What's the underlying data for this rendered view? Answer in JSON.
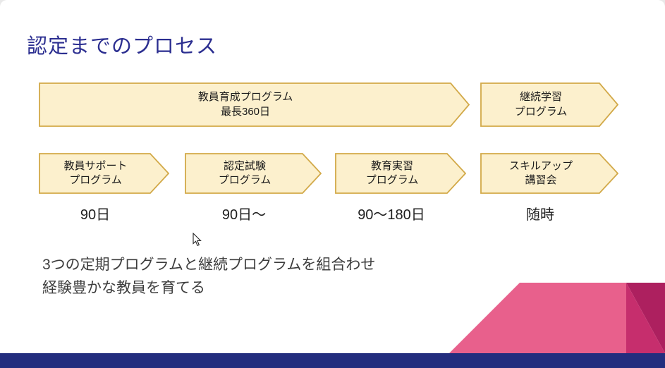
{
  "slide": {
    "title": "認定までのプロセス",
    "top_row": {
      "main_arrow": {
        "line1": "教員育成プログラム",
        "line2": "最長360日"
      },
      "right_arrow": {
        "line1": "継続学習",
        "line2": "プログラム"
      }
    },
    "steps": [
      {
        "line1": "教員サポート",
        "line2": "プログラム",
        "duration": "90日"
      },
      {
        "line1": "認定試験",
        "line2": "プログラム",
        "duration": "90日〜"
      },
      {
        "line1": "教育実習",
        "line2": "プログラム",
        "duration": "90〜180日"
      },
      {
        "line1": "スキルアップ",
        "line2": "講習会",
        "duration": "随時"
      }
    ],
    "summary": {
      "line1": "3つの定期プログラムと継続プログラムを組合わせ",
      "line2": "経験豊かな教員を育てる"
    },
    "colors": {
      "title": "#2b2e90",
      "arrow_fill": "#fcf0cd",
      "arrow_border": "#d2a948",
      "footer_bar": "#232d7e",
      "accent_pink_light": "#e8608c",
      "accent_pink_mid": "#c62e6d",
      "accent_pink_dark": "#ad205f"
    }
  }
}
